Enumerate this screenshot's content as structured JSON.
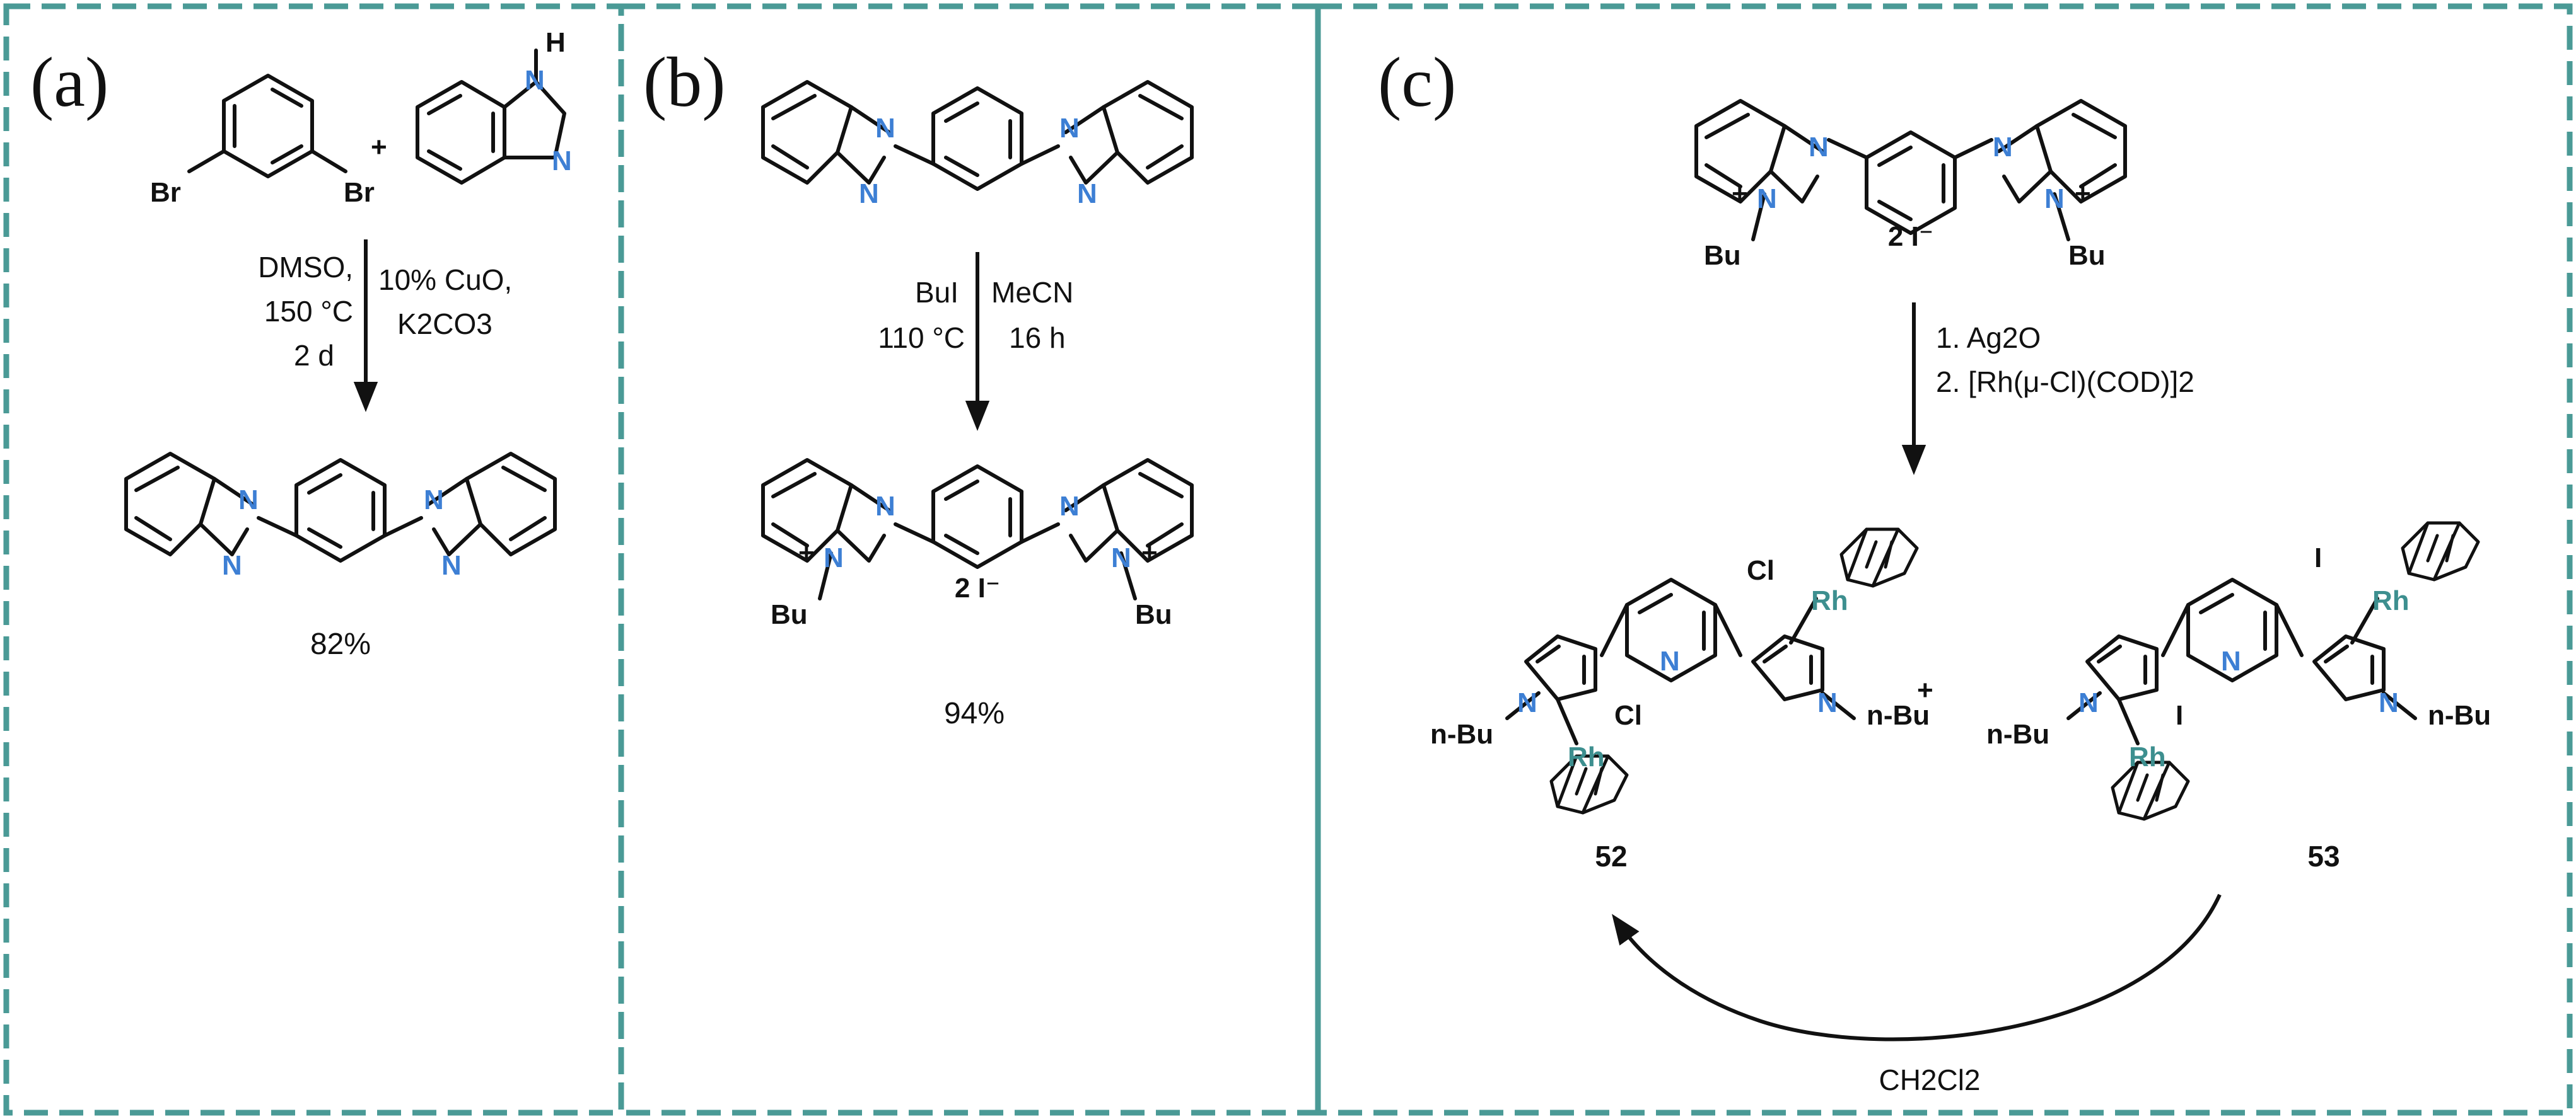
{
  "panels": {
    "a": {
      "label": "(a)",
      "reactant1": {
        "br_left": "Br",
        "br_right": "Br"
      },
      "plus": "+",
      "reactant2": {
        "h": "H",
        "n_top": "N",
        "n_bottom": "N"
      },
      "conditions_left": [
        "DMSO,",
        "150 °C",
        "2 d"
      ],
      "conditions_right": [
        "10% CuO,",
        "K2CO3"
      ],
      "product_atoms": {
        "n1": "N",
        "n2": "N",
        "n3": "N",
        "n4": "N"
      },
      "yield": "82%"
    },
    "b": {
      "label": "(b)",
      "reactant_atoms": {
        "n1": "N",
        "n2": "N",
        "n3": "N",
        "n4": "N"
      },
      "conditions_left": [
        "BuI",
        "110 °C"
      ],
      "conditions_right": [
        "MeCN",
        "16 h"
      ],
      "product": {
        "counterion": "2 I⁻",
        "bu_left": "Bu",
        "bu_right": "Bu",
        "plus_left": "+",
        "plus_right": "+",
        "n": "N"
      },
      "yield": "94%"
    },
    "c": {
      "label": "(c)",
      "reactant": {
        "counterion": "2 I⁻",
        "bu_left": "Bu",
        "bu_right": "Bu",
        "plus_left": "+",
        "plus_right": "+",
        "n": "N"
      },
      "conditions": [
        "1. Ag2O",
        "2. [Rh(μ-Cl)(COD)]2"
      ],
      "compound_52": {
        "id": "52",
        "metal": "Rh",
        "halide": "Cl",
        "alkyl": "n-Bu",
        "n": "N"
      },
      "plus": "+",
      "compound_53": {
        "id": "53",
        "metal": "Rh",
        "halide": "I",
        "alkyl": "n-Bu",
        "n": "N"
      },
      "conversion_solvent": "CH2Cl2"
    }
  },
  "colors": {
    "frame": "#4a9a96",
    "nitrogen": "#3d7fd4",
    "rhodium": "#3d8f8f",
    "bonds": "#111111"
  }
}
